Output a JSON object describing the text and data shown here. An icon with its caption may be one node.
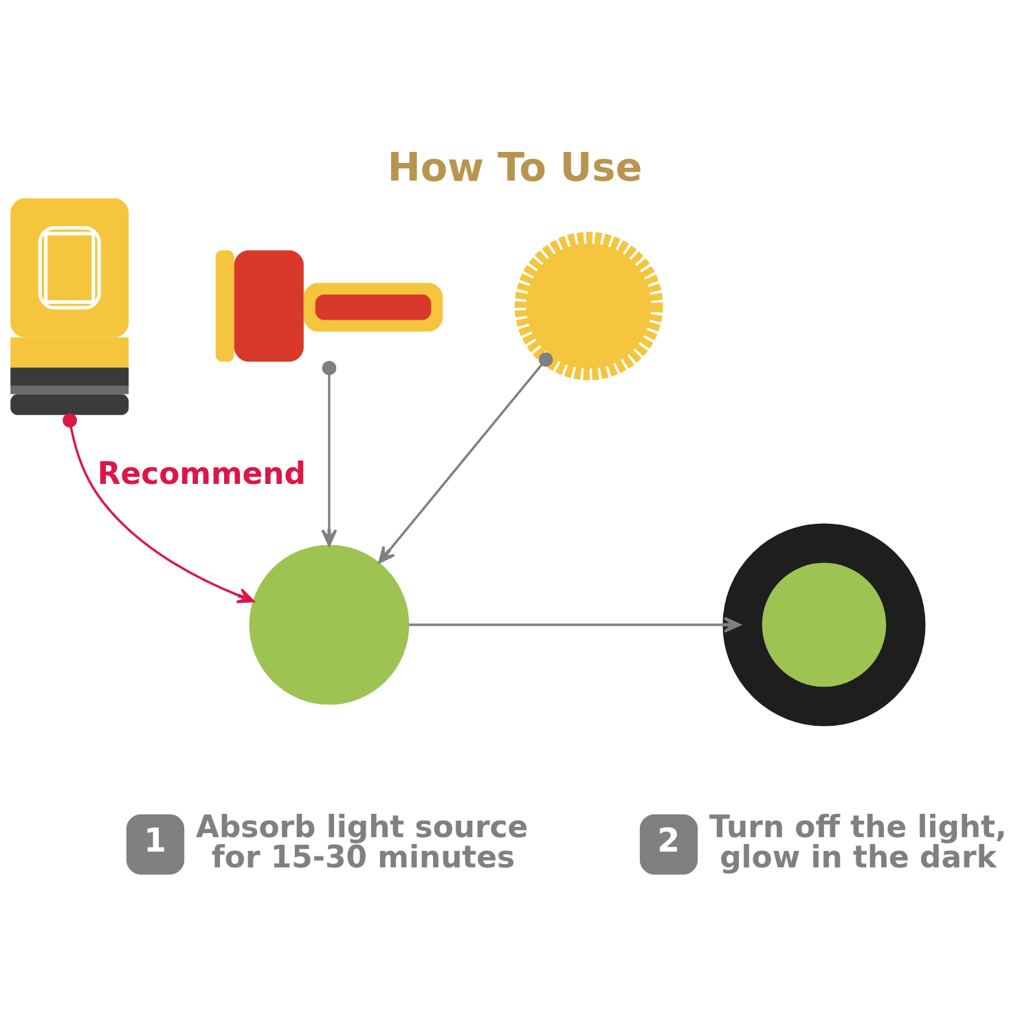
{
  "diagram": {
    "title": "How To Use",
    "nodes": [
      {
        "text": [],
        "shape": "picture"
      },
      {
        "text": [],
        "shape": "picture"
      },
      {
        "text": [],
        "shape": "picture"
      },
      {
        "text": [],
        "shape": "picture",
        "beside": [
          "1",
          "Absorb light source for 15-30 minutes"
        ]
      },
      {
        "text": [],
        "shape": "picture",
        "beside": [
          "2",
          "Turn off the light, glow in the dark"
        ]
      }
    ],
    "edges": [
      {
        "from": 0,
        "to": 3,
        "arrow": "to",
        "label": "Recommend",
        "color": "#dc1646"
      },
      {
        "from": 1,
        "to": 3,
        "arrow": "to"
      },
      {
        "from": 2,
        "to": 3,
        "arrow": "to"
      },
      {
        "from": 3,
        "to": 4,
        "arrow": "to"
      }
    ]
  }
}
